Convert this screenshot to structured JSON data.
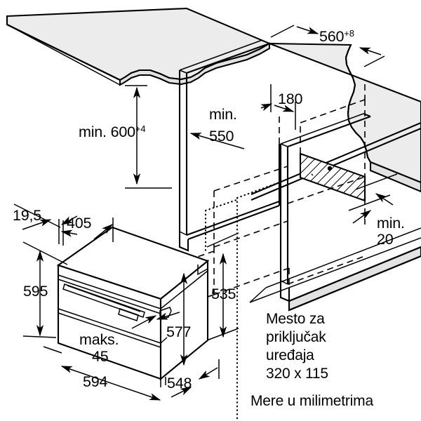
{
  "drawing": {
    "title": "Built-in oven installation dimensions",
    "units_note": "Mere u milimetrima",
    "connection_note_lines": [
      "Mesto za",
      "priključak",
      "uređaja",
      "320 x 115"
    ],
    "colors": {
      "line": "#000000",
      "panel_fill": "#ececec",
      "panel_edge_fill": "#e2e2e2",
      "background": "#ffffff"
    }
  },
  "dimensions": {
    "niche_height": {
      "prefix": "min. ",
      "value": "600",
      "tolerance": "+4",
      "label": "min. 600"
    },
    "niche_depth": {
      "prefix": "min.",
      "value": "550",
      "line1": "min.",
      "line2": "550"
    },
    "niche_width": {
      "value": "560",
      "tolerance": "+8",
      "label": "560"
    },
    "rear_cutout_offset": {
      "value": "180"
    },
    "rear_gap": {
      "prefix": "min.",
      "value": "20",
      "line1": "min.",
      "line2": "20"
    },
    "door_handle_offset": {
      "value": "19,5"
    },
    "top_depth": {
      "value": "405"
    },
    "appliance_height": {
      "value": "595"
    },
    "appliance_body_height": {
      "value": "535"
    },
    "door_gap": {
      "prefix": "maks.",
      "value": "45",
      "line1": "maks.",
      "line2": "45"
    },
    "front_height": {
      "value": "577"
    },
    "appliance_width": {
      "value": "594"
    },
    "appliance_depth": {
      "value": "548"
    }
  }
}
